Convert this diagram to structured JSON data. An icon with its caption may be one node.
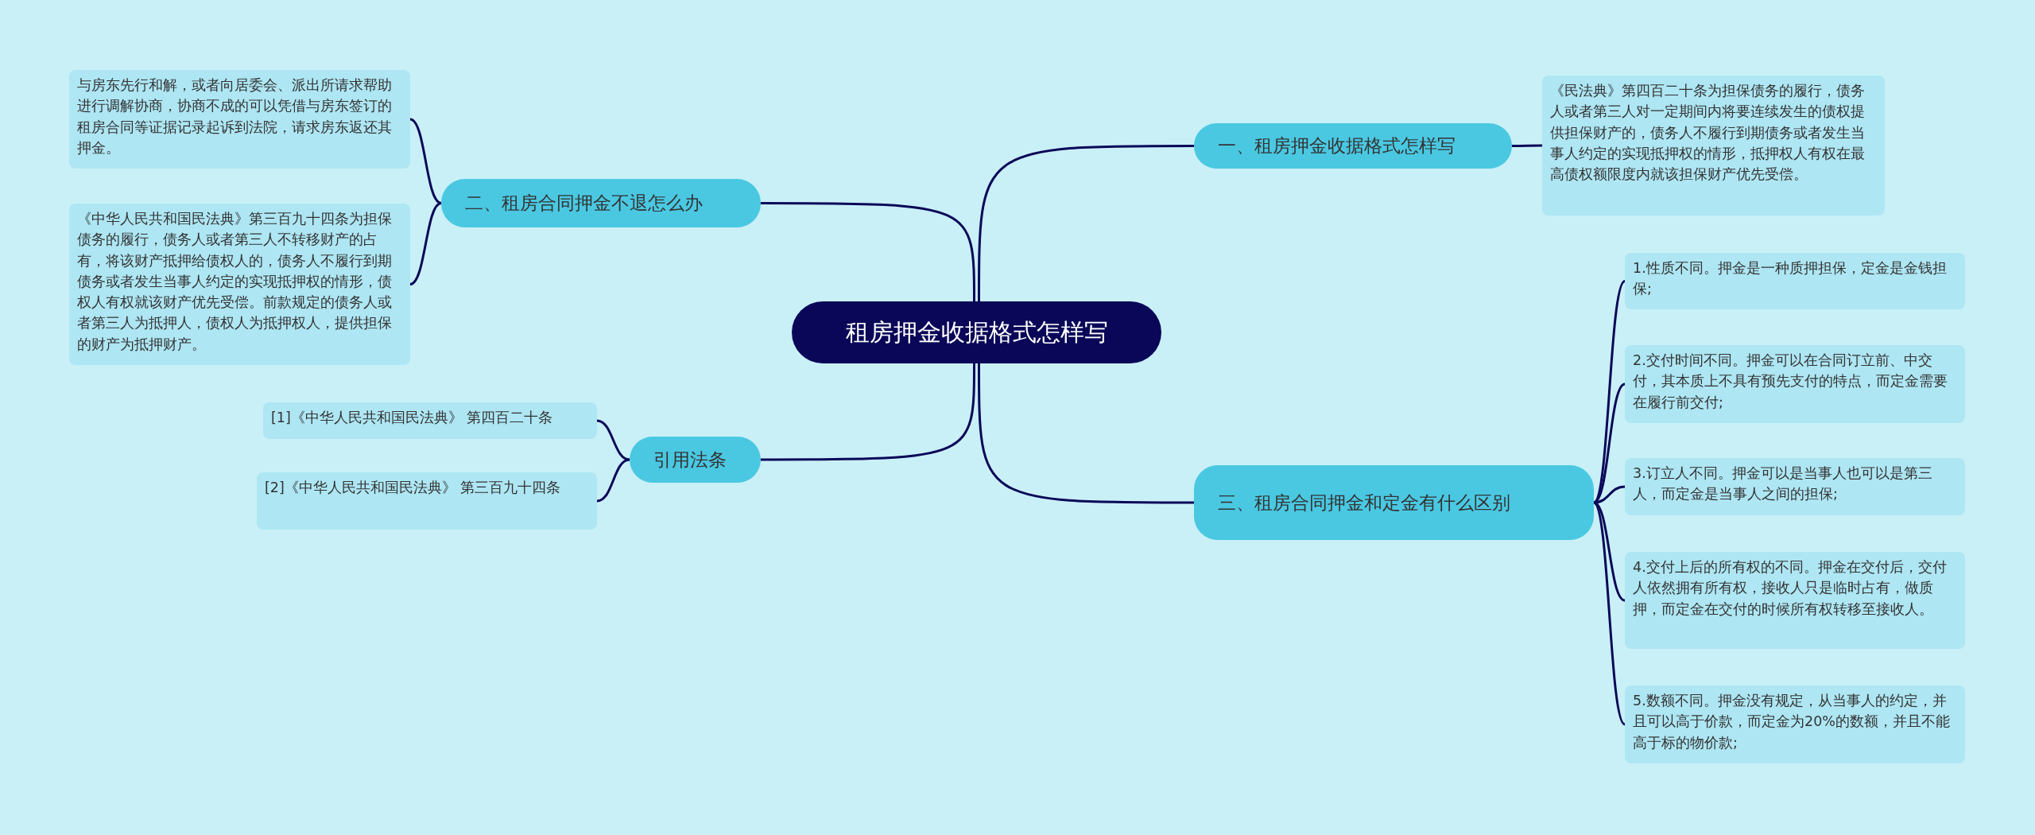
{
  "diagram": {
    "nodes": [
      {
        "text": [
          "租房押金收据格式怎样写"
        ]
      },
      {
        "text": [
          "一、租房押金收据格式怎样写"
        ]
      },
      {
        "text": [
          "《民法典》第四百二十条为担保债务的履行，债务人或者第三人对一定期间内将要连续发生的债权提供担保财产的，债务人不履行到期债务或者发生当事人约定的实现抵押权的情形，抵押权人有权在最高债权额限度内就该担保财产优先受偿。"
        ]
      },
      {
        "text": [
          "二、租房合同押金不退怎么办"
        ]
      },
      {
        "text": [
          "与房东先行和解，或者向居委会、派出所请求帮助进行调解协商，协商不成的可以凭借与房东签订的租房合同等证据记录起诉到法院，请求房东返还其押金。"
        ]
      },
      {
        "text": [
          "《中华人民共和国民法典》第三百九十四条为担保债务的履行，债务人或者第三人不转移财产的占有，将该财产抵押给债权人的，债务人不履行到期债务或者发生当事人约定的实现抵押权的情形，债权人有权就该财产优先受偿。前款规定的债务人或者第三人为抵押人，债权人为抵押权人，提供担保的财产为抵押财产。"
        ]
      },
      {
        "text": [
          "三、租房合同押金和定金有什么区别"
        ]
      },
      {
        "text": [
          "1.性质不同。押金是一种质押担保，定金是金钱担保;"
        ]
      },
      {
        "text": [
          "2.交付时间不同。押金可以在合同订立前、中交付，其本质上不具有预先支付的特点，而定金需要在履行前交付;"
        ]
      },
      {
        "text": [
          "3.订立人不同。押金可以是当事人也可以是第三人，而定金是当事人之间的担保;"
        ]
      },
      {
        "text": [
          "4.交付上后的所有权的不同。押金在交付后，交付人依然拥有所有权，接收人只是临时占有，做质押，而定金在交付的时候所有权转移至接收人。"
        ]
      },
      {
        "text": [
          "5.数额不同。押金没有规定，从当事人的约定，并且可以高于价款，而定金为20%的数额，并且不能高于标的物价款;"
        ]
      },
      {
        "text": [
          "引用法条"
        ]
      },
      {
        "text": [
          "[1]《中华人民共和国民法典》 第四百二十条"
        ]
      },
      {
        "text": [
          "[2]《中华人民共和国民法典》 第三百九十四条"
        ]
      }
    ],
    "edges": [
      {
        "from": 0,
        "to": 1,
        "arrow": "none"
      },
      {
        "from": 1,
        "to": 2,
        "arrow": "none"
      },
      {
        "from": 0,
        "to": 3,
        "arrow": "none"
      },
      {
        "from": 3,
        "to": 4,
        "arrow": "none"
      },
      {
        "from": 3,
        "to": 5,
        "arrow": "none"
      },
      {
        "from": 0,
        "to": 6,
        "arrow": "none"
      },
      {
        "from": 6,
        "to": 7,
        "arrow": "none"
      },
      {
        "from": 6,
        "to": 8,
        "arrow": "none"
      },
      {
        "from": 6,
        "to": 9,
        "arrow": "none"
      },
      {
        "from": 6,
        "to": 10,
        "arrow": "none"
      },
      {
        "from": 6,
        "to": 11,
        "arrow": "none"
      },
      {
        "from": 0,
        "to": 12,
        "arrow": "none"
      },
      {
        "from": 12,
        "to": 13,
        "arrow": "none"
      },
      {
        "from": 12,
        "to": 14,
        "arrow": "none"
      }
    ]
  }
}
